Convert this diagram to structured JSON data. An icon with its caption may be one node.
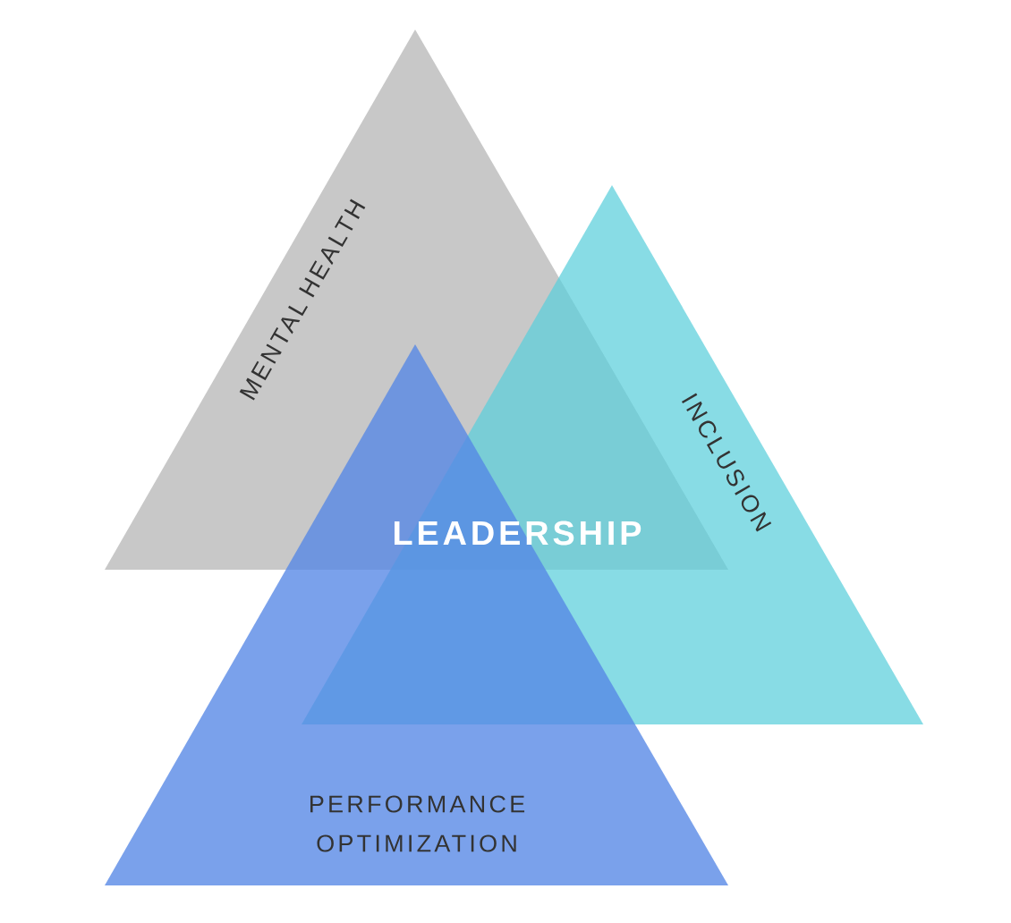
{
  "diagram": {
    "nodes": [
      {
        "text": [
          "MENTAL HEALTH"
        ]
      },
      {
        "text": [
          "INCLUSION"
        ]
      },
      {
        "text": [
          "PERFORMANCE OPTIMIZATION"
        ]
      }
    ],
    "labels": [
      "LEADERSHIP"
    ]
  }
}
